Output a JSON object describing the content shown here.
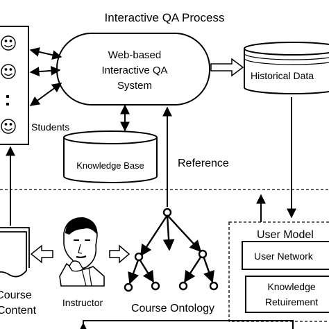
{
  "title": "Interactive QA Process",
  "students_label": "Students",
  "qa_system": {
    "line1": "Web-based",
    "line2": "Interactive QA",
    "line3": "System"
  },
  "historical_data": "Historical Data",
  "knowledge_base": "Knowledge Base",
  "reference": "Reference",
  "user_model": {
    "title": "User Model",
    "user_network": "User Network",
    "knowledge_line1": "Knowledge",
    "knowledge_line2": "Retuirement"
  },
  "course_content": {
    "line1": "Course",
    "line2": "Content"
  },
  "instructor": "Instructor",
  "course_ontology": "Course Ontology",
  "icons": [
    "smiley-face-icon",
    "instructor-portrait-icon",
    "document-stack-icon",
    "database-cylinder-icon",
    "hollow-arrow-icon"
  ]
}
